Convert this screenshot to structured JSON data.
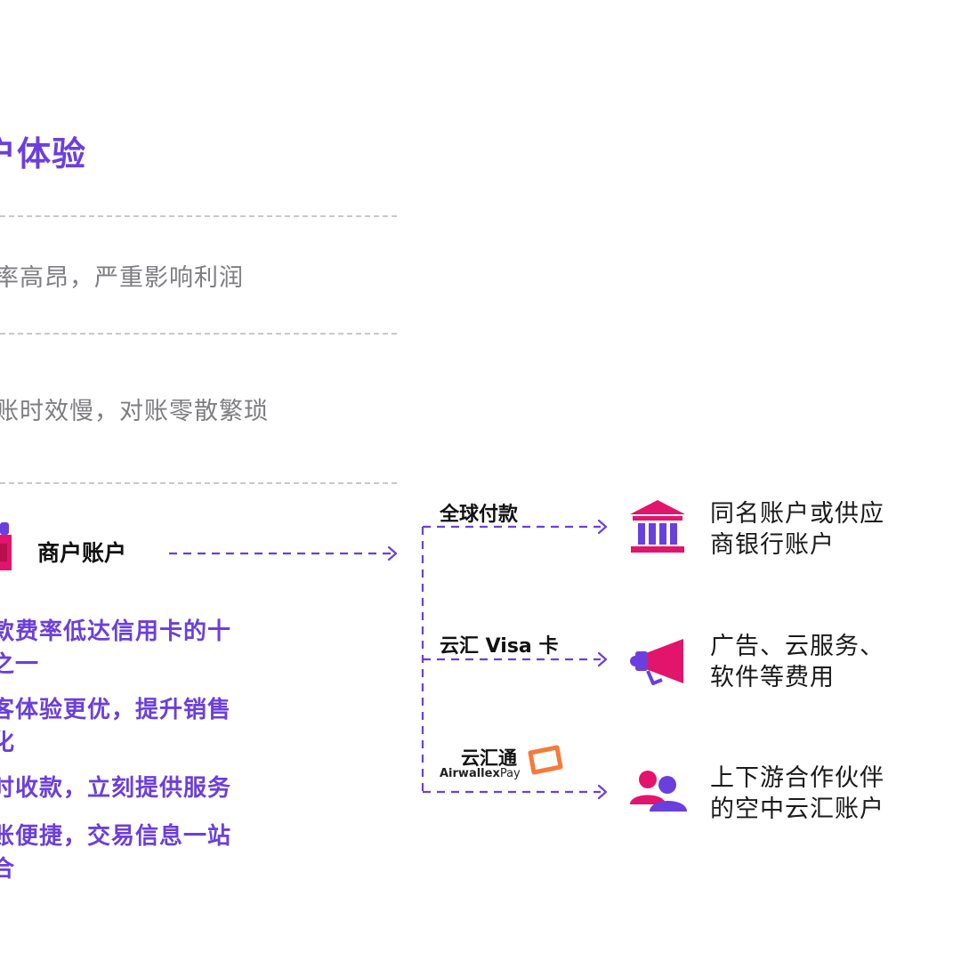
{
  "heading": {
    "title": "户体验"
  },
  "pain_points": [
    {
      "text": "率高昂，严重影响利润"
    },
    {
      "text": "账时效慢，对账零散繁琐"
    }
  ],
  "merchant": {
    "label": "商户账户"
  },
  "benefits": [
    {
      "line1": "款费率低达信用卡的十",
      "line2": "之一"
    },
    {
      "line1": "客体验更优，提升销售",
      "line2": "化"
    },
    {
      "line1": "时收款，立刻提供服务",
      "line2": ""
    },
    {
      "line1": "账便捷，交易信息一站",
      "line2": "合"
    }
  ],
  "routes": [
    {
      "label": "全球付款",
      "icon": "bank-icon",
      "dest_line1": "同名账户或供应",
      "dest_line2": "商银行账户"
    },
    {
      "label": "云汇 Visa 卡",
      "icon": "megaphone-icon",
      "dest_line1": "广告、云服务、",
      "dest_line2": "软件等费用"
    },
    {
      "label": "",
      "icon": "partners-icon",
      "dest_line1": "上下游合作伙伴",
      "dest_line2": "的空中云汇账户"
    }
  ],
  "brand": {
    "name_cn": "云汇通",
    "name_en_bold": "Airwallex",
    "name_en_light": "Pay"
  },
  "colors": {
    "purple": "#6b3fdc",
    "magenta": "#e3146b",
    "orange": "#f47b3b",
    "dash_gray": "#c8c8cc"
  }
}
